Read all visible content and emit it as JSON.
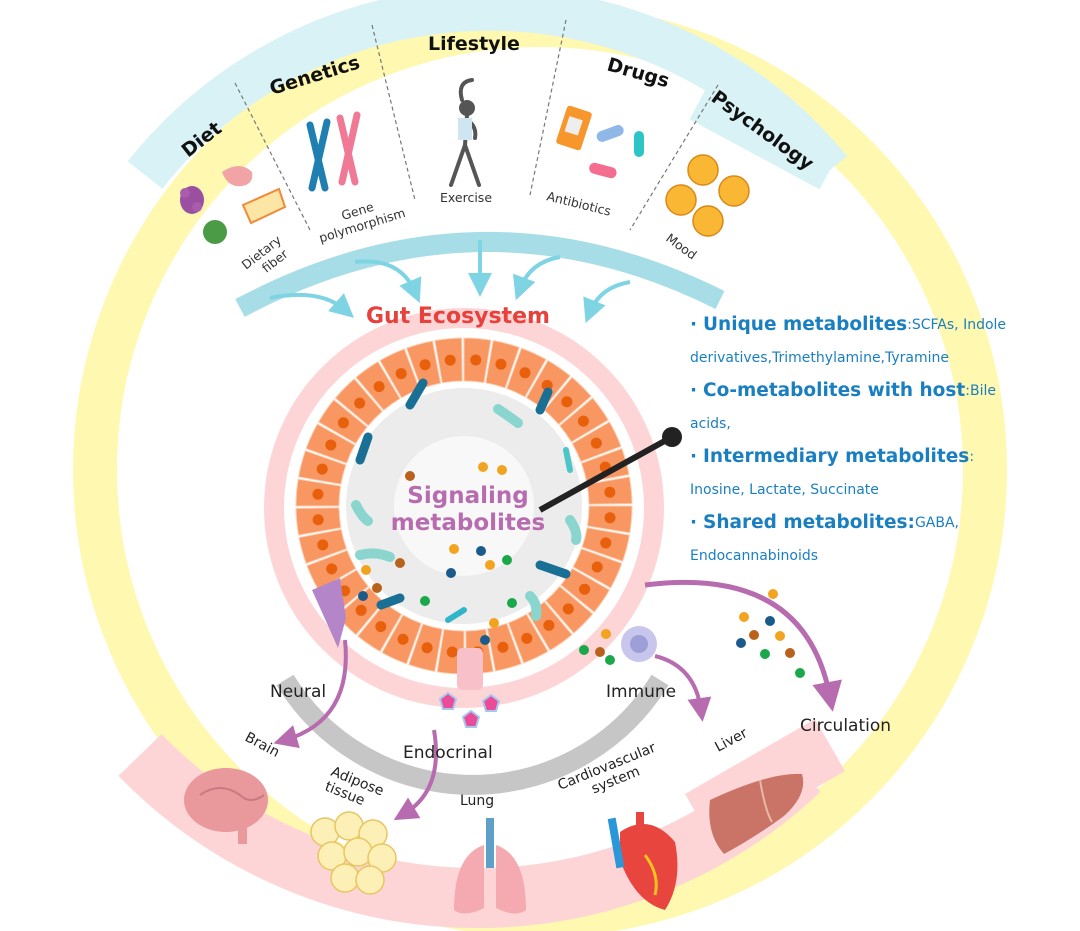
{
  "colors": {
    "outer_ring": "#fff8b0",
    "factor_band": "#d8f2f6",
    "arc_band": "#a6dde6",
    "gut_ring": "#fdd5d6",
    "organ_band": "#fdd5d6",
    "cells": "#f89762",
    "nucleus": "#e85f0c",
    "lumen": "#ececec",
    "pathway_band": "#c6c6c6",
    "arrow": "#b86cb0",
    "influence_arrow": "#7fd4e4",
    "gut_title": "#e8413c",
    "signaling": "#b86cb0",
    "legend_text": "#1a7fc1"
  },
  "factors": [
    {
      "category": "Diet",
      "item": "Dietary fiber",
      "icon": "food-icon"
    },
    {
      "category": "Genetics",
      "item": "Gene polymorphism",
      "icon": "chromosome-icon"
    },
    {
      "category": "Lifestyle",
      "item": "Exercise",
      "icon": "exercise-figure-icon"
    },
    {
      "category": "Drugs",
      "item": "Antibiotics",
      "icon": "pill-bottle-icon"
    },
    {
      "category": "Psychology",
      "item": "Mood",
      "icon": "mood-faces-icon"
    }
  ],
  "center": {
    "title": "Gut Ecosystem",
    "core_line1": "Signaling",
    "core_line2": "metabolites"
  },
  "legend": [
    {
      "heading": "Unique metabolites",
      "sep": ":",
      "text_inline": "SCFAs,  Indole",
      "text_wrap": "derivatives,Trimethylamine,Tyramine"
    },
    {
      "heading": "Co-metabolites with host",
      "sep": ":",
      "text_inline": " Bile",
      "text_wrap": "acids,"
    },
    {
      "heading": "Intermediary metabolites",
      "sep": ":",
      "text_inline": "",
      "text_wrap": "Inosine, Lactate, Succinate"
    },
    {
      "heading": "Shared metabolites:",
      "sep": "",
      "text_inline": " GABA,",
      "text_wrap": "Endocannabinoids"
    }
  ],
  "pathways": [
    "Neural",
    "Endocrinal",
    "Immune",
    "Circulation"
  ],
  "organs": [
    {
      "label": "Brain",
      "icon": "brain-icon"
    },
    {
      "label": "Adipose tissue",
      "label_line1": "Adipose",
      "label_line2": "tissue",
      "icon": "adipose-icon"
    },
    {
      "label": "Lung",
      "icon": "lung-icon"
    },
    {
      "label": "Cardiovascular system",
      "label_line1": "Cardiovascular",
      "label_line2": "system",
      "icon": "heart-icon"
    },
    {
      "label": "Liver",
      "icon": "liver-icon"
    }
  ],
  "bullet": "·"
}
